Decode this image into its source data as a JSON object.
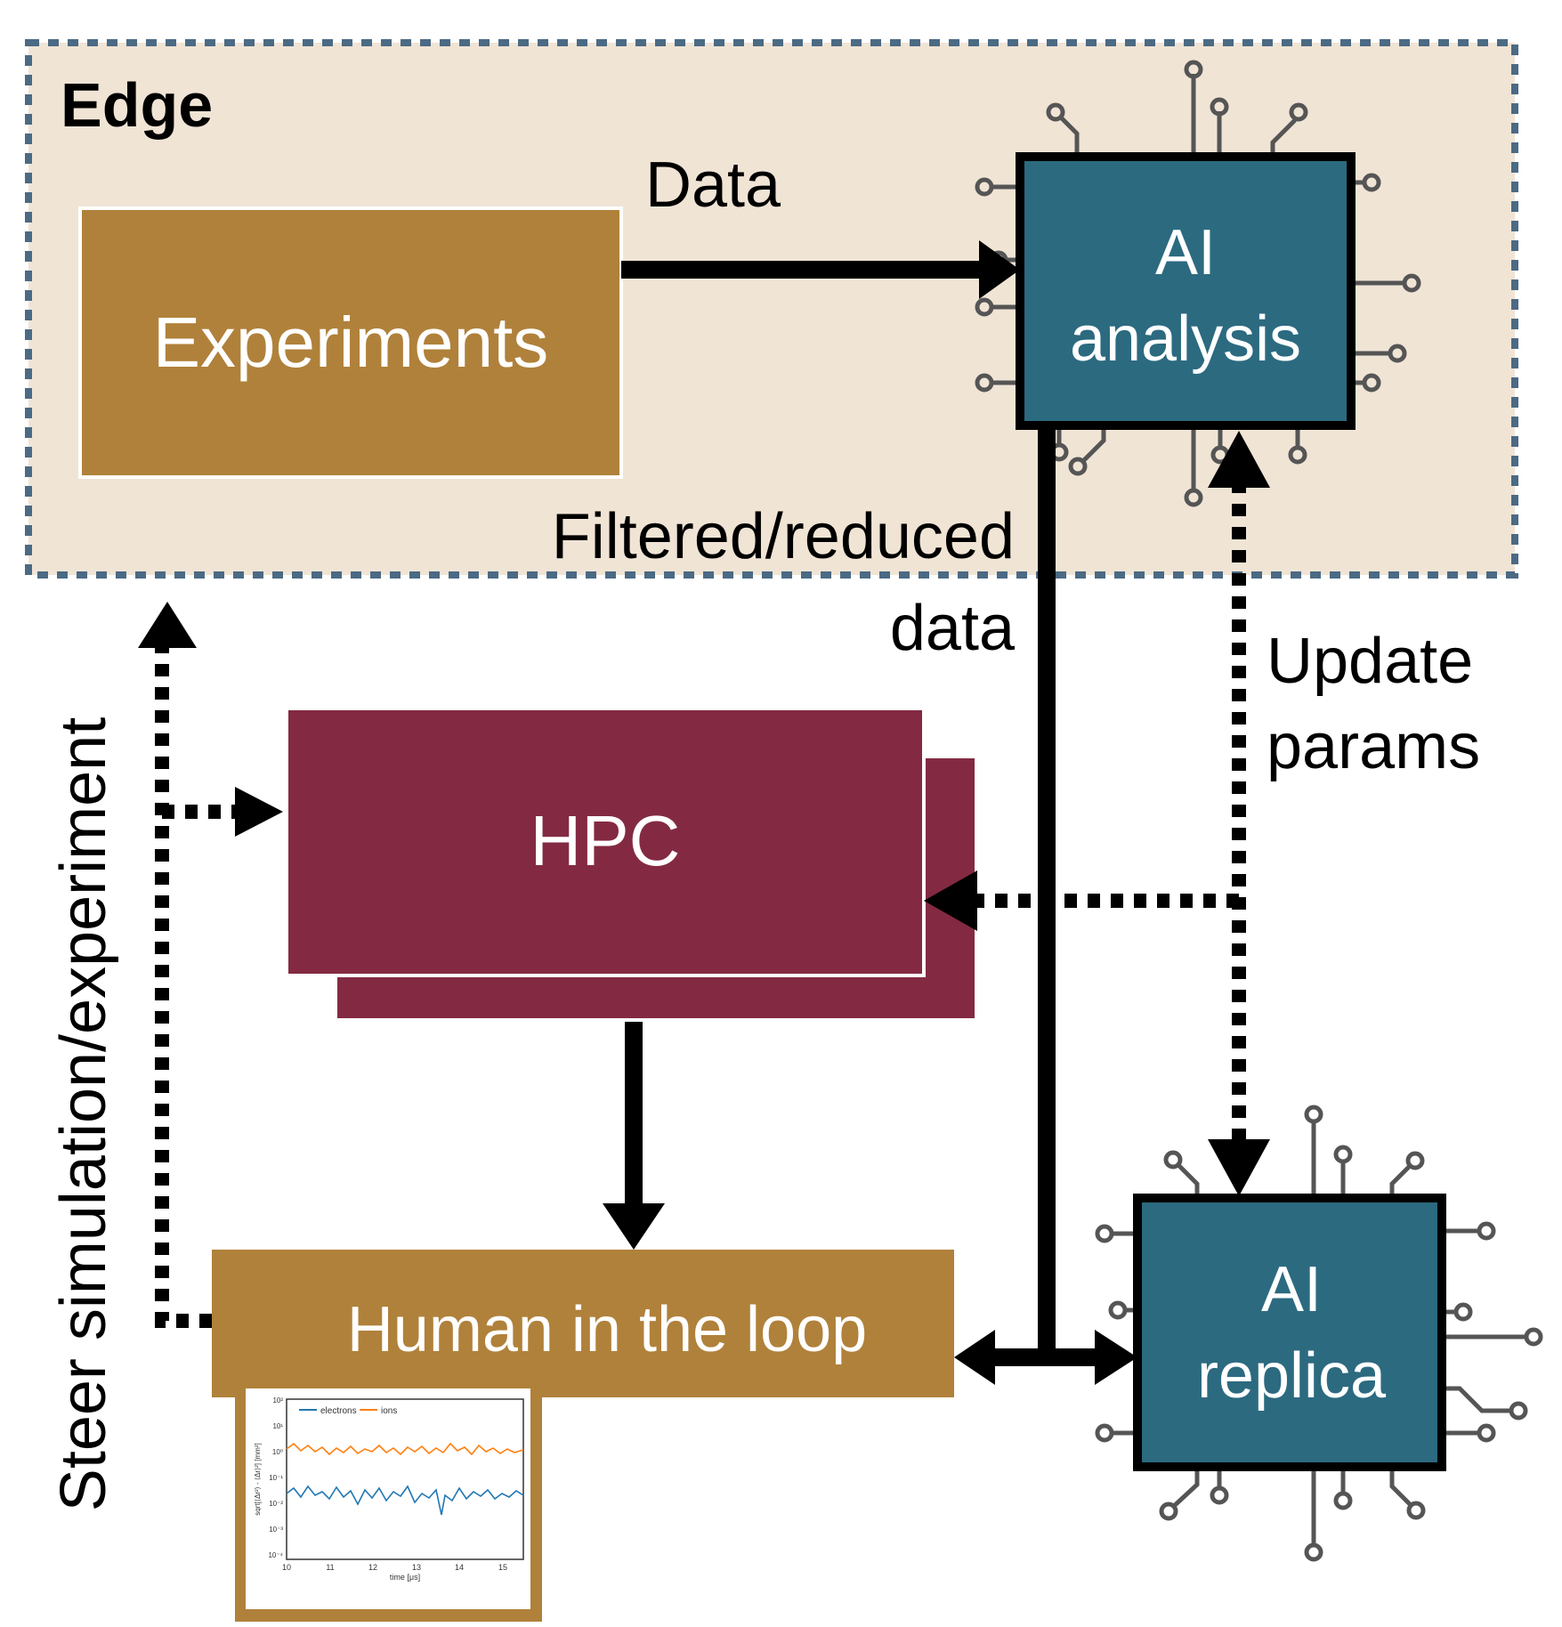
{
  "edge": {
    "label": "Edge"
  },
  "experiments": {
    "label": "Experiments"
  },
  "ai_analysis": {
    "line1": "AI",
    "line2": "analysis"
  },
  "hpc": {
    "label": "HPC"
  },
  "human": {
    "label": "Human in the loop"
  },
  "ai_replica": {
    "line1": "AI",
    "line2": "replica"
  },
  "edges": {
    "data": "Data",
    "filtered_line1": "Filtered/reduced",
    "filtered_line2": "data",
    "update_line1": "Update",
    "update_line2": "params",
    "steer": "Steer simulation/experiment"
  },
  "inset_plot": {
    "legend": [
      "electrons",
      "ions"
    ],
    "xlabel": "time [μs]",
    "ylabel": "sqrt[⟨Δr²⟩ - ⟨Δr⟩²] [mm²]",
    "xticks": [
      "10",
      "11",
      "12",
      "13",
      "14",
      "15"
    ],
    "yticks": [
      "10²",
      "10¹",
      "10⁰",
      "10⁻¹",
      "10⁻²",
      "10⁻³",
      "10⁻⁴"
    ]
  },
  "colors": {
    "edge_fill": "#f0e4d5",
    "edge_border": "#4b6a84",
    "brown": "#b0813a",
    "teal": "#2c6a80",
    "maroon": "#832a42",
    "chip_pin": "#555555",
    "electrons": "#1f77b4",
    "ions": "#ff7f0e"
  }
}
